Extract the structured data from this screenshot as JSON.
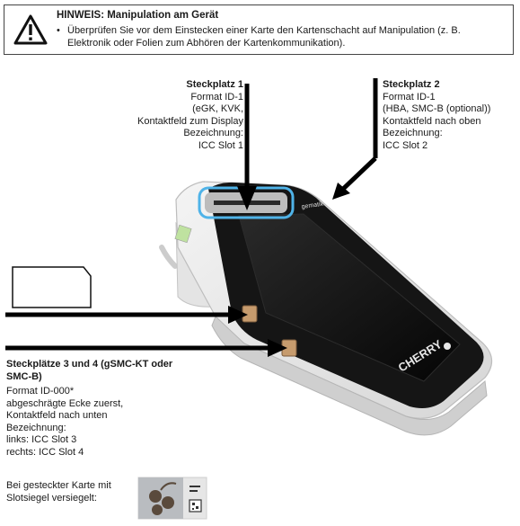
{
  "notice": {
    "title": "HINWEIS: Manipulation am Gerät",
    "bullet": "•",
    "text": "Überprüfen Sie vor dem Einstecken einer Karte den Kartenschacht auf Manipulation (z. B. Elektronik oder Folien zum Abhören der Kartenkommunikation)."
  },
  "slot1": {
    "heading": "Steckplatz 1",
    "lines": [
      "Format ID-1",
      "(eGK, KVK,",
      "Kontaktfeld zum Display",
      "Bezeichnung:",
      "ICC Slot 1"
    ]
  },
  "slot2": {
    "heading": "Steckplatz 2",
    "lines": [
      "Format ID-1",
      "(HBA, SMC-B (optional))",
      "Kontaktfeld nach oben",
      "Bezeichnung:",
      "ICC Slot 2"
    ]
  },
  "slot34": {
    "heading": "Steckplätze 3 und 4 (gSMC-KT oder SMC-B)",
    "lines": [
      "Format ID-000*",
      "abgeschrägte Ecke zuerst,",
      "Kontaktfeld nach unten",
      "Bezeichnung:",
      "links: ICC Slot 3",
      "rechts: ICC Slot 4"
    ]
  },
  "seal": {
    "lines": [
      "Bei gesteckter Karte mit",
      "Slotsiegel versiegelt:"
    ]
  },
  "device": {
    "brand": "CHERRY",
    "top_logo": "gematik"
  },
  "colors": {
    "slot_glow": "#4fb3e8",
    "screen": "#111111",
    "arrow": "#000000"
  }
}
